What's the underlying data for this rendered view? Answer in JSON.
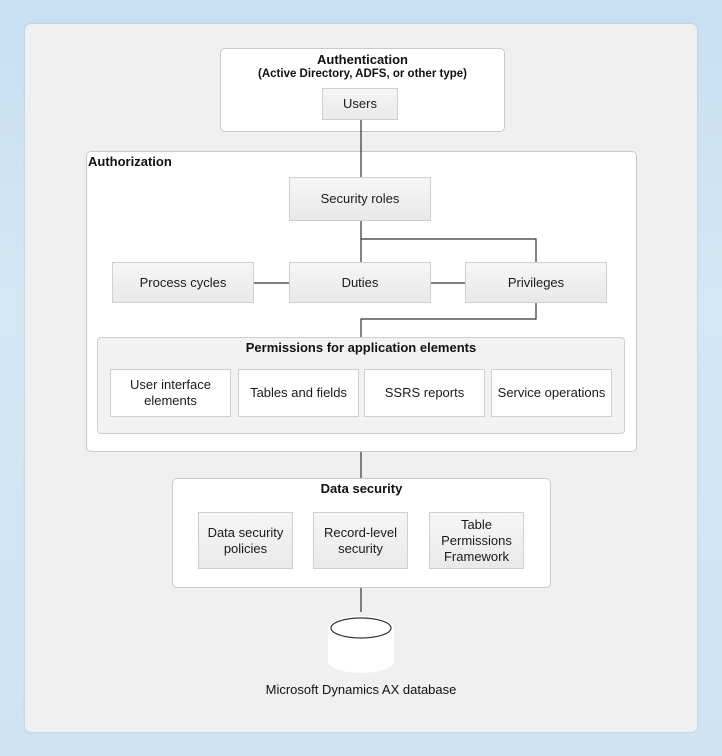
{
  "authentication": {
    "title": "Authentication",
    "subtitle": "(Active Directory, ADFS, or other type)",
    "users": "Users"
  },
  "authorization": {
    "title": "Authorization",
    "security_roles": "Security roles",
    "process_cycles": "Process cycles",
    "duties": "Duties",
    "privileges": "Privileges",
    "permissions": {
      "title": "Permissions for application elements",
      "items": [
        "User interface elements",
        "Tables and fields",
        "SSRS reports",
        "Service operations"
      ]
    }
  },
  "data_security": {
    "title": "Data security",
    "items": [
      "Data security policies",
      "Record-level security",
      "Table Permissions Framework"
    ]
  },
  "database": {
    "label": "Microsoft Dynamics AX database",
    "icon": "database-cylinder-icon"
  }
}
